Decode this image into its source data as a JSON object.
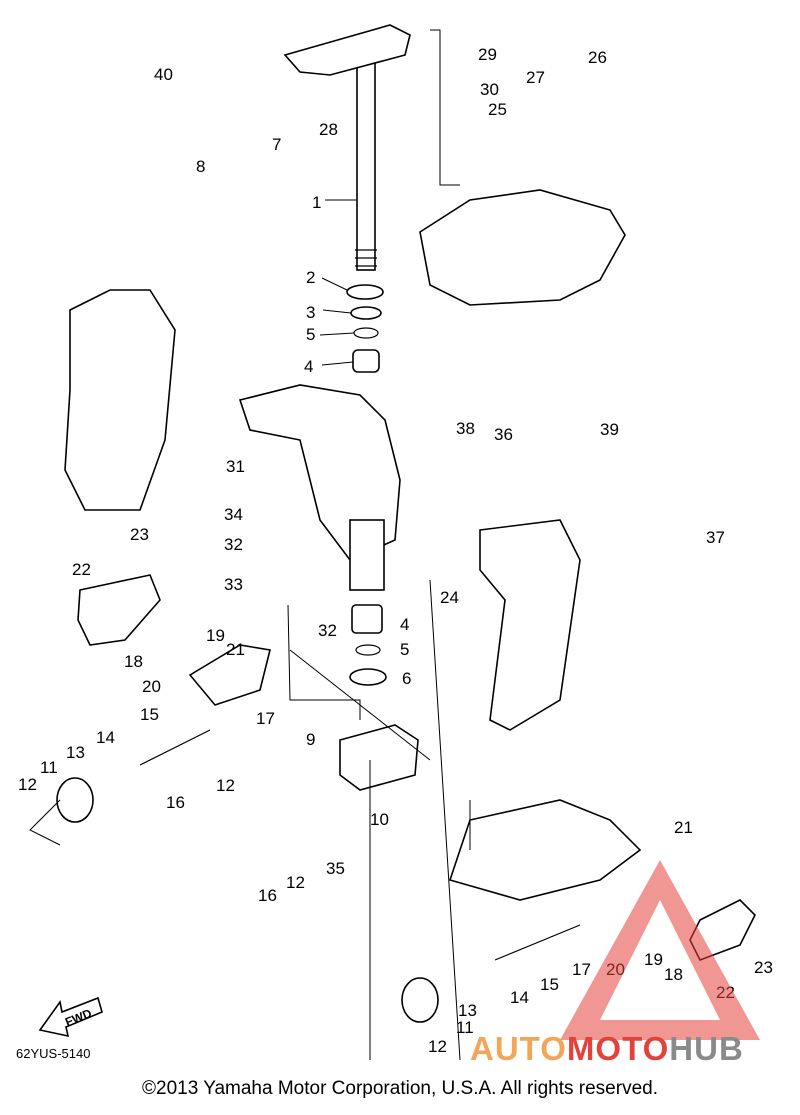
{
  "diagram": {
    "code": "62YUS-5140",
    "copyright": "©2013 Yamaha Motor Corporation, U.S.A. All rights reserved.",
    "fwd_label": "FWD",
    "watermark": {
      "part1": "AUTO",
      "part2": "MOTO",
      "part3": "HUB",
      "colors": {
        "auto": "#f2a65a",
        "moto": "#e4413a",
        "hub": "#8a8a8a"
      }
    },
    "callouts": [
      "1",
      "2",
      "3",
      "5",
      "4",
      "40",
      "7",
      "8",
      "28",
      "29",
      "30",
      "27",
      "25",
      "26",
      "38",
      "36",
      "39",
      "31",
      "34",
      "32",
      "33",
      "23",
      "22",
      "19",
      "21",
      "18",
      "20",
      "17",
      "4",
      "5",
      "6",
      "32",
      "24",
      "37",
      "15",
      "9",
      "14",
      "13",
      "11",
      "12",
      "12",
      "16",
      "10",
      "35",
      "16",
      "12",
      "21",
      "17",
      "20",
      "19",
      "18",
      "15",
      "23",
      "14",
      "13",
      "11",
      "22",
      "12"
    ]
  }
}
